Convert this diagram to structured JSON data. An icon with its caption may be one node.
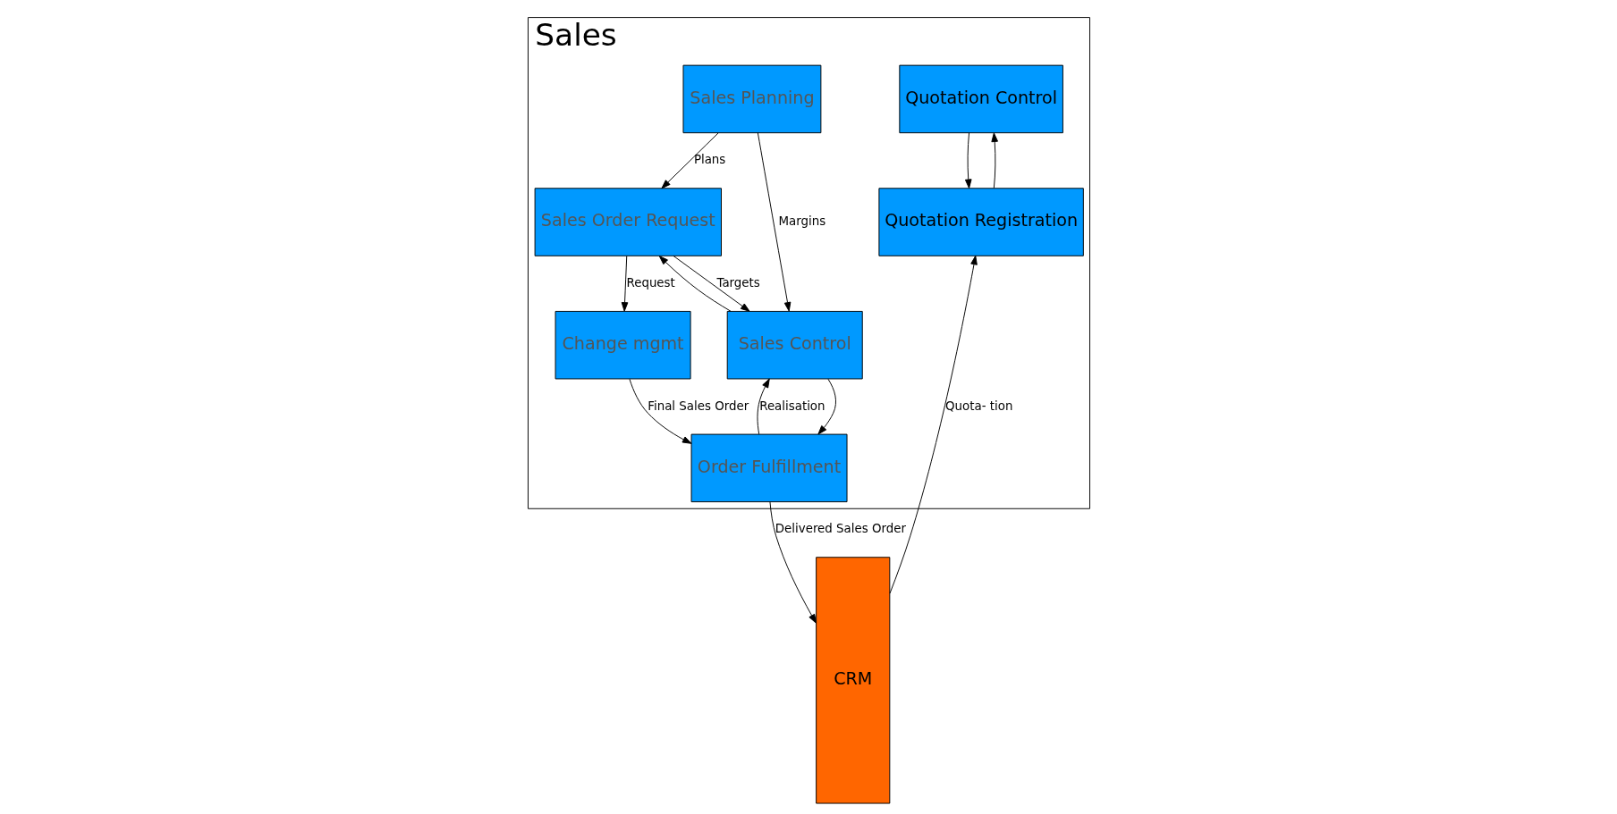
{
  "diagram": {
    "nodes": [
      {
        "text": [
          "Sales"
        ]
      },
      {
        "text": [
          "Sales Planning"
        ],
        "in": 0
      },
      {
        "text": [
          "Sales Order Request"
        ],
        "in": 0
      },
      {
        "text": [
          "Sales Control"
        ],
        "in": 0
      },
      {
        "text": [
          "Change mgmt"
        ],
        "in": 0
      },
      {
        "text": [
          "Order Fulfillment"
        ],
        "in": 0
      },
      {
        "text": [
          "Quotation Control"
        ],
        "in": 0
      },
      {
        "text": [
          "Quotation Registration"
        ],
        "in": 0
      },
      {
        "text": [
          "CRM"
        ]
      }
    ],
    "edges": [
      {
        "from": 1,
        "to": 2,
        "arrow": "to",
        "label": "Plans"
      },
      {
        "from": 1,
        "to": 3,
        "arrow": "to",
        "label": "Margins"
      },
      {
        "from": 2,
        "to": 3,
        "arrow": "to",
        "label": "Targets"
      },
      {
        "from": 3,
        "to": 2,
        "arrow": "to"
      },
      {
        "from": 2,
        "to": 4,
        "arrow": "to",
        "label": "Request"
      },
      {
        "from": 4,
        "to": 5,
        "arrow": "to",
        "label": "Final Sales Order"
      },
      {
        "from": 3,
        "to": 5,
        "arrow": "to"
      },
      {
        "from": 5,
        "to": 3,
        "arrow": "to",
        "label": "Realisation"
      },
      {
        "from": 6,
        "to": 7,
        "arrow": "to"
      },
      {
        "from": 7,
        "to": 6,
        "arrow": "to"
      },
      {
        "from": 8,
        "to": 7,
        "arrow": "to",
        "label": "Quota- tion"
      },
      {
        "from": 5,
        "to": 8,
        "arrow": "to",
        "label": "Delivered Sales Order"
      }
    ]
  }
}
